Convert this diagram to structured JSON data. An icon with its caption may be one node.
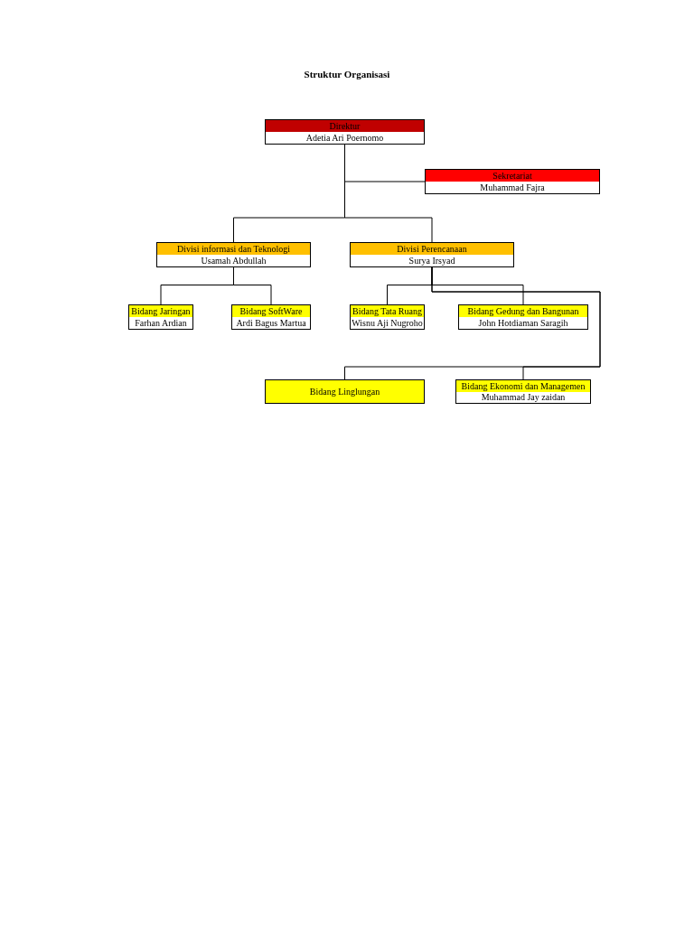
{
  "diagram": {
    "title": "Struktur Organisasi",
    "nodes": [
      {
        "text": [
          "Direktur",
          "Adetia Ari Poernomo"
        ]
      },
      {
        "text": [
          "Sekretariat",
          "Muhammad Fajra"
        ]
      },
      {
        "text": [
          "Divisi informasi dan Teknologi",
          "Usamah Abdullah"
        ]
      },
      {
        "text": [
          "Divisi Perencanaan",
          "Surya Irsyad"
        ]
      },
      {
        "text": [
          "Bidang Jaringan",
          "Farhan Ardian"
        ]
      },
      {
        "text": [
          "Bidang SoftWare",
          "Ardi Bagus Martua"
        ]
      },
      {
        "text": [
          "Bidang Tata Ruang",
          "Wisnu Aji Nugroho"
        ]
      },
      {
        "text": [
          "Bidang Gedung dan Bangunan",
          "John Hotdiaman Saragih"
        ]
      },
      {
        "text": [
          "Bidang Linglungan"
        ]
      },
      {
        "text": [
          "Bidang Ekonomi dan Managemen",
          "Muhammad Jay zaidan"
        ]
      }
    ],
    "edges": [
      {
        "from": 0,
        "to": 1,
        "arrow": "none"
      },
      {
        "from": 0,
        "to": 2,
        "arrow": "none"
      },
      {
        "from": 0,
        "to": 3,
        "arrow": "none"
      },
      {
        "from": 2,
        "to": 4,
        "arrow": "none"
      },
      {
        "from": 2,
        "to": 5,
        "arrow": "none"
      },
      {
        "from": 3,
        "to": 6,
        "arrow": "none"
      },
      {
        "from": 3,
        "to": 7,
        "arrow": "none"
      },
      {
        "from": 3,
        "to": 8,
        "arrow": "none"
      },
      {
        "from": 3,
        "to": 9,
        "arrow": "none"
      }
    ]
  }
}
